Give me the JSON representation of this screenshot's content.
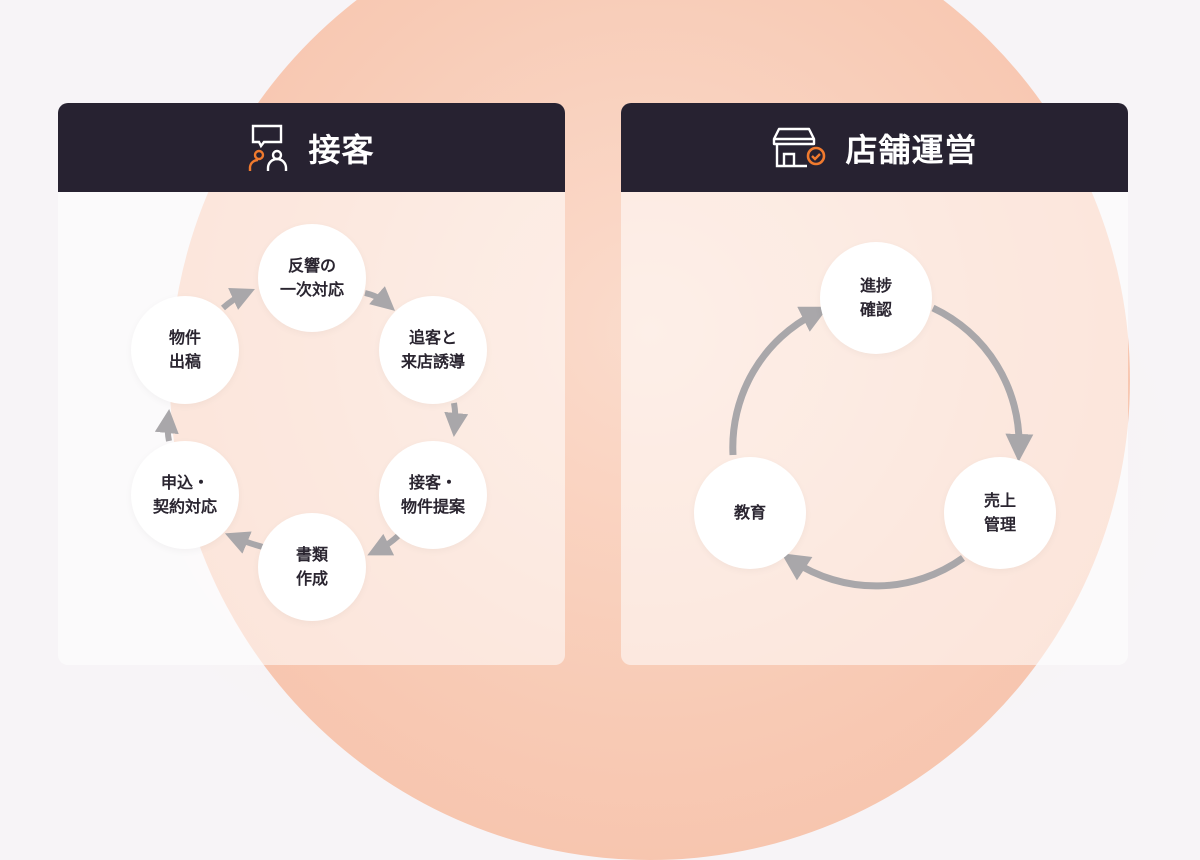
{
  "colors": {
    "header": "#272231",
    "accent": "#f07a2e",
    "arrow": "#a9a7aa",
    "background_circle": "#f8c6ae"
  },
  "left": {
    "title": "接客",
    "icon": "customer-service-icon",
    "steps": [
      "反響の\n一次対応",
      "追客と\n来店誘導",
      "接客・\n物件提案",
      "書類\n作成",
      "申込・\n契約対応",
      "物件\n出稿"
    ]
  },
  "right": {
    "title": "店舗運営",
    "icon": "store-check-icon",
    "steps": [
      "進捗\n確認",
      "売上\n管理",
      "教育"
    ]
  }
}
